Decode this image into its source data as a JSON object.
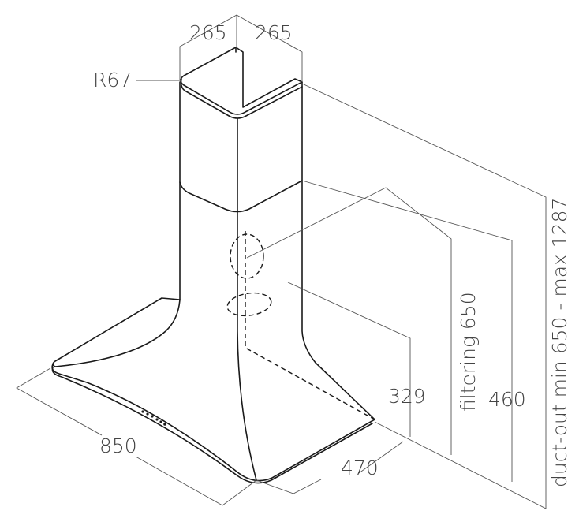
{
  "dimensions": {
    "chimney_width_left": "265",
    "chimney_width_right": "265",
    "radius": "R67",
    "hood_width": "850",
    "hood_depth": "470",
    "hood_height": "329",
    "filtering": "filtering 650",
    "height_460": "460",
    "duct_out": "duct-out min 650 - max 1287"
  }
}
